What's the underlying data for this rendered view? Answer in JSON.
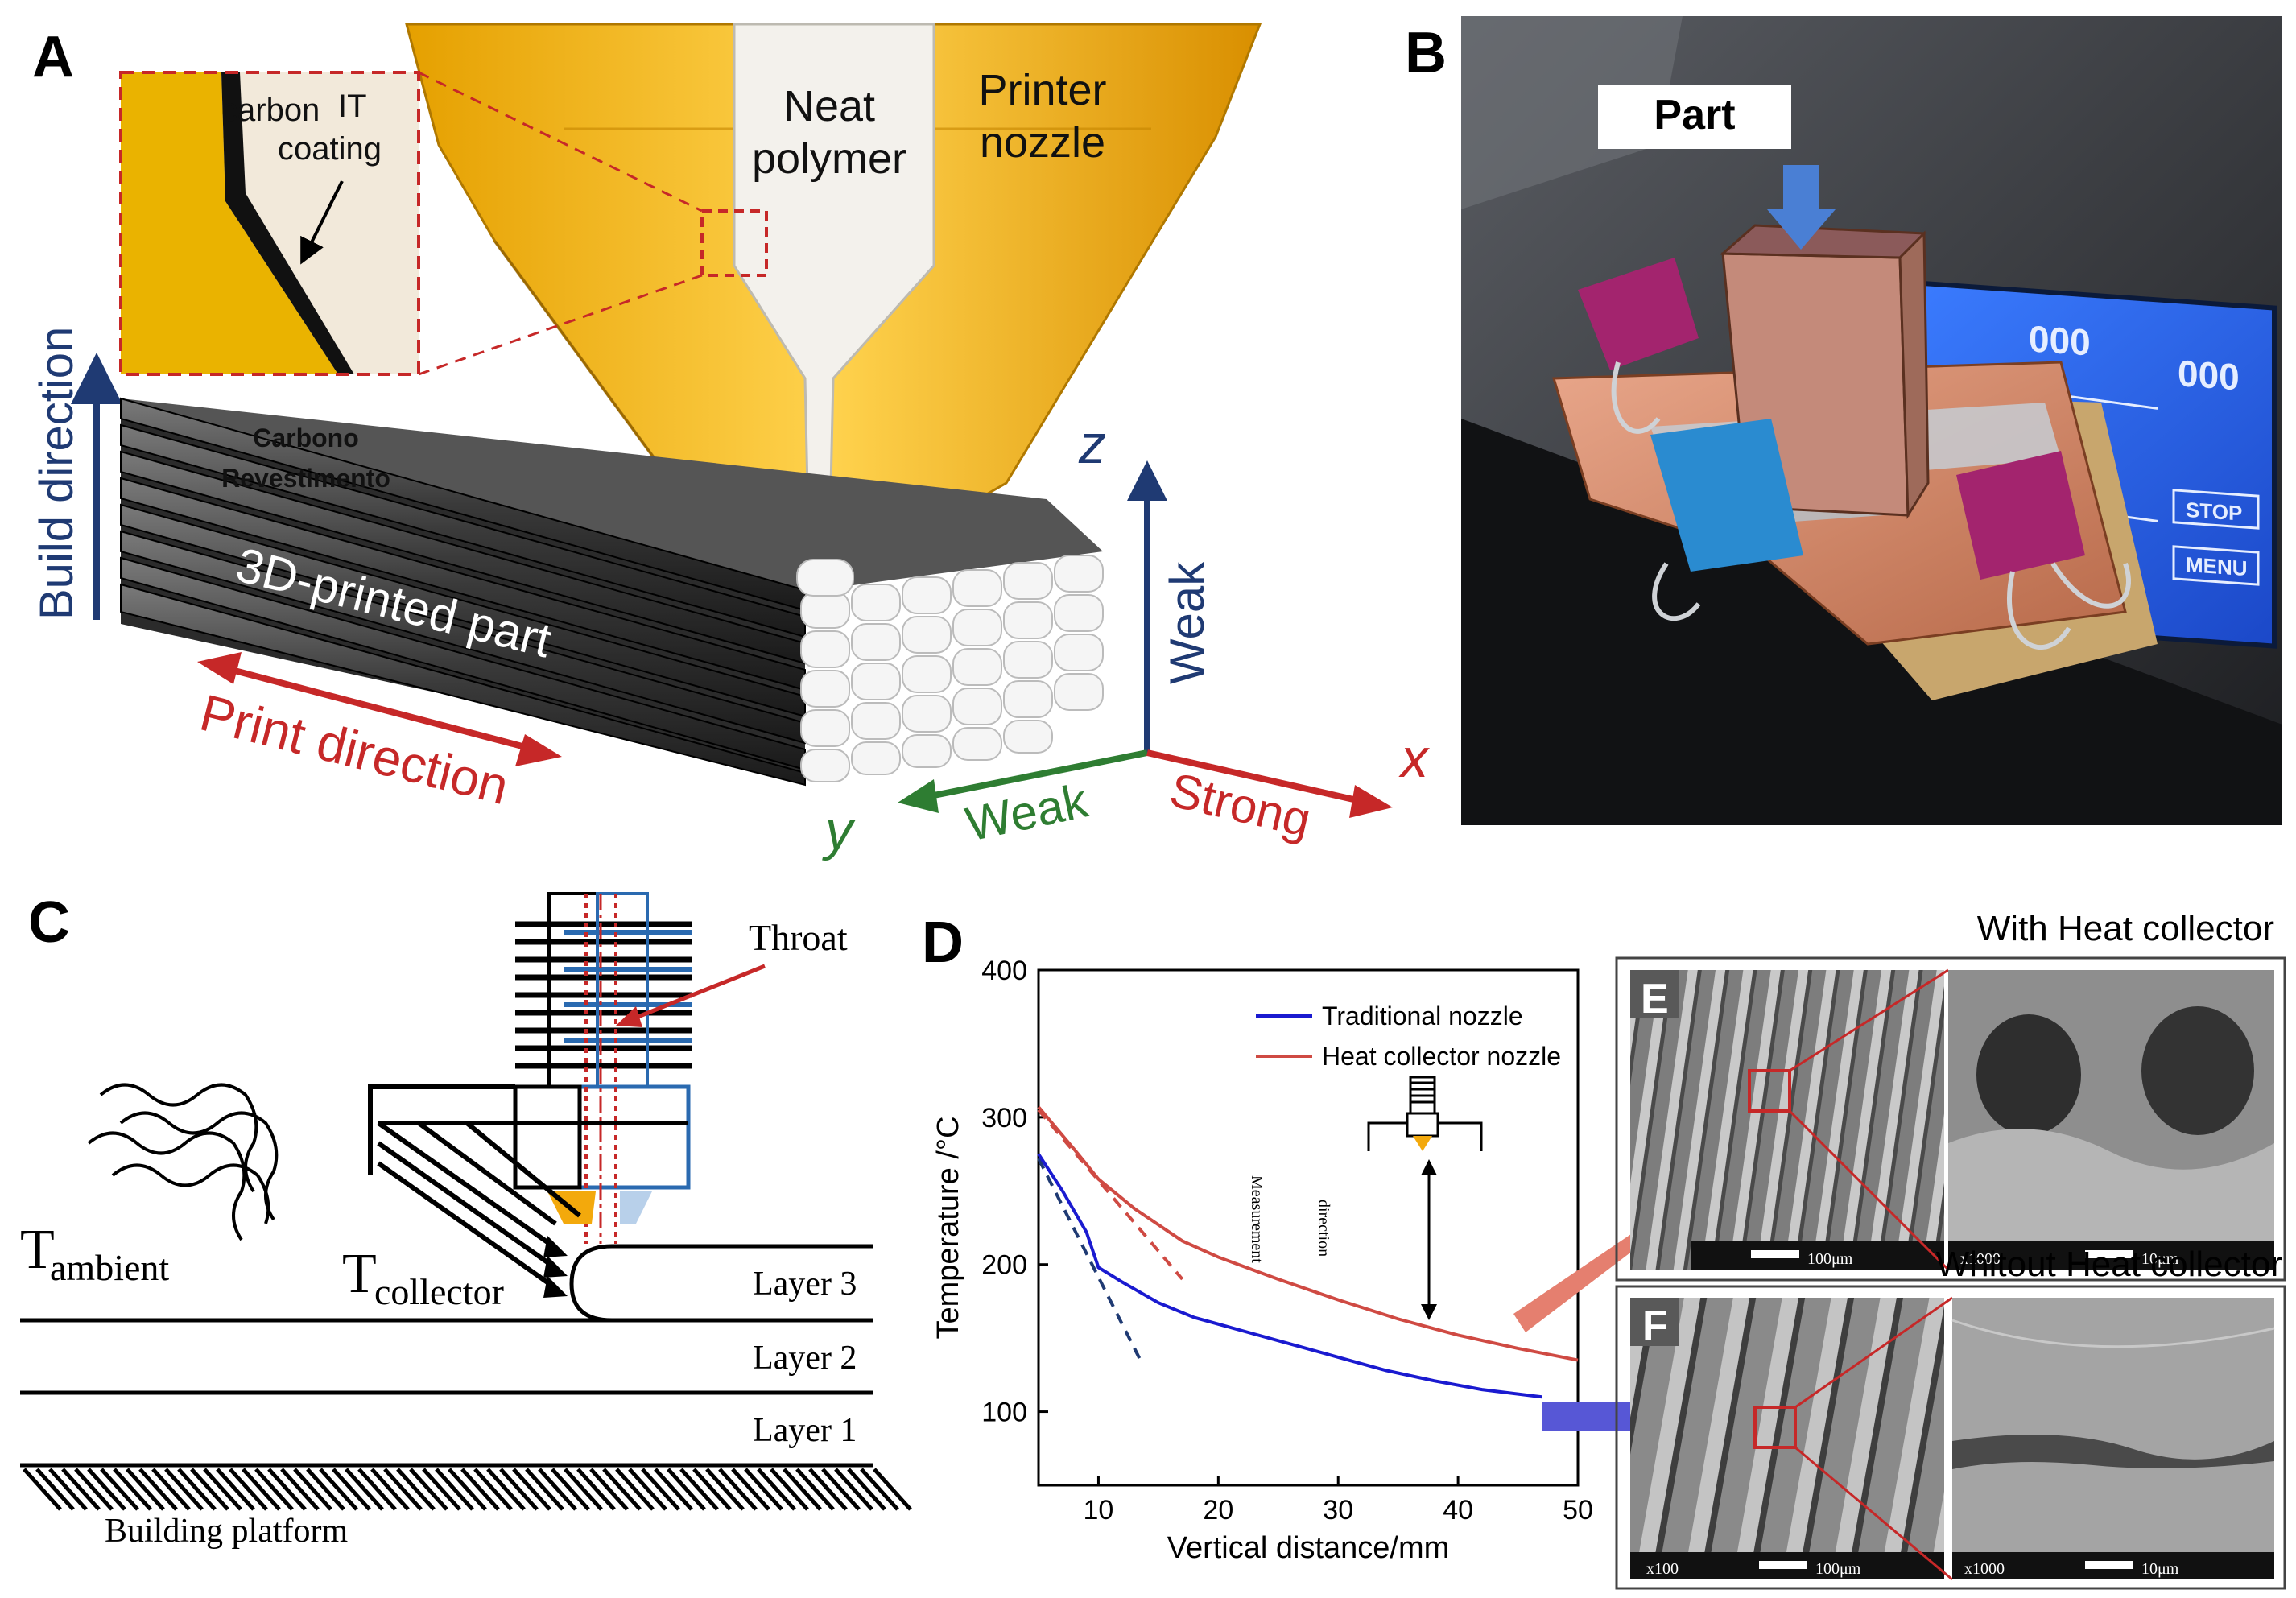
{
  "panel_a": {
    "letter": "A",
    "inset_label_line1": "carbon",
    "inset_label_it": "IT",
    "inset_label_line2": "coating",
    "neat_line1": "Neat",
    "neat_line2": "polymer",
    "nozzle_line1": "Printer",
    "nozzle_line2": "nozzle",
    "build_direction": "Build direction",
    "coating_pt_line1": "Carbono",
    "coating_pt_line2": "Revestimento",
    "part_label": "3D-printed part",
    "print_direction": "Print direction",
    "axis_z": "z",
    "axis_y": "y",
    "axis_x": "x",
    "weak_z": "Weak",
    "weak_y": "Weak",
    "strong_x": "Strong"
  },
  "panel_b": {
    "letter": "B",
    "part_label": "Part",
    "screen_values": [
      "000",
      "000"
    ],
    "screen_buttons": [
      "STOP",
      "MENU"
    ]
  },
  "panel_c": {
    "letter": "C",
    "throat": "Throat",
    "t_ambient_main": "T",
    "t_ambient_sub": "ambient",
    "t_collector_main": "T",
    "t_collector_sub": "collector",
    "layers": [
      "Layer 3",
      "Layer 2",
      "Layer 1"
    ],
    "platform": "Building platform"
  },
  "panel_d": {
    "letter": "D",
    "measurement_line1": "Measurement",
    "measurement_line2": "direction"
  },
  "panel_e": {
    "letter": "E",
    "caption": "With Heat collector",
    "scale_left": "100μm",
    "scale_right": "10μm",
    "mag_right": "x1000"
  },
  "panel_f": {
    "letter": "F",
    "caption": "Whitout Heat collector",
    "scale_left": "100μm",
    "scale_right": "10μm",
    "mag_left": "x100",
    "mag_right": "x1000"
  },
  "colors": {
    "navy": "#1f3a73",
    "red_arrow": "#c62828",
    "green": "#2e7d32",
    "nozzle_orange": "#f4b400",
    "trad_line": "#1a1ad0",
    "heat_line": "#cf4a43"
  },
  "chart_data": {
    "type": "line",
    "xlabel": "Vertical distance/mm",
    "ylabel": "Temperature /°C",
    "xlim": [
      5,
      50
    ],
    "ylim": [
      50,
      400
    ],
    "x_ticks": [
      10,
      20,
      30,
      40,
      50
    ],
    "y_ticks": [
      100,
      200,
      300,
      400
    ],
    "legend_position": "top-right",
    "series": [
      {
        "name": "Traditional nozzle",
        "color": "#1a1ad0",
        "x": [
          5,
          7,
          9,
          10,
          12,
          15,
          18,
          22,
          26,
          30,
          34,
          38,
          42,
          47
        ],
        "y": [
          275,
          250,
          222,
          198,
          188,
          174,
          164,
          155,
          146,
          137,
          128,
          121,
          115,
          110
        ]
      },
      {
        "name": "Heat collector nozzle",
        "color": "#cf4a43",
        "x": [
          5,
          8,
          10,
          13,
          17,
          20,
          25,
          30,
          35,
          40,
          45,
          50
        ],
        "y": [
          307,
          278,
          258,
          238,
          216,
          205,
          190,
          176,
          163,
          152,
          143,
          135
        ]
      }
    ],
    "fits": [
      {
        "color": "#1f3a73",
        "x": [
          5,
          13.5
        ],
        "y": [
          272,
          135
        ]
      },
      {
        "color": "#cf4a43",
        "x": [
          5,
          17
        ],
        "y": [
          305,
          190
        ]
      }
    ]
  }
}
